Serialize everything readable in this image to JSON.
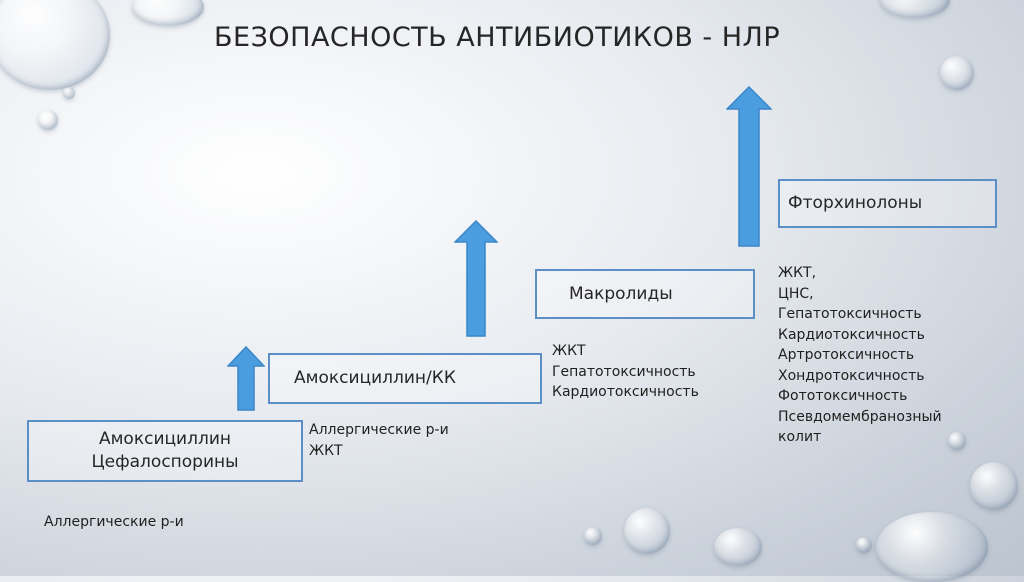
{
  "title": "БЕЗОПАСНОСТЬ АНТИБИОТИКОВ - НЛР",
  "accent_color": "#4a9ee0",
  "box_border_color": "#5b8fc6",
  "steps": [
    {
      "label": "Амоксициллин\nЦефалоспорины",
      "effects": [
        "Аллергические р-и"
      ]
    },
    {
      "label": "Амоксициллин/КК",
      "effects": [
        "Аллергические р-и",
        "ЖКТ"
      ]
    },
    {
      "label": "Макролиды",
      "effects": [
        "ЖКТ",
        "Гепатотоксичность",
        "Кардиотоксичность"
      ]
    },
    {
      "label": "Фторхинолоны",
      "effects": [
        "ЖКТ,",
        "ЦНС,",
        "Гепатотоксичность",
        "Кардиотоксичность",
        "Артротоксичность",
        "Хондротоксичность",
        "Фототоксичность",
        "Псевдомембранозный",
        "колит"
      ]
    }
  ]
}
